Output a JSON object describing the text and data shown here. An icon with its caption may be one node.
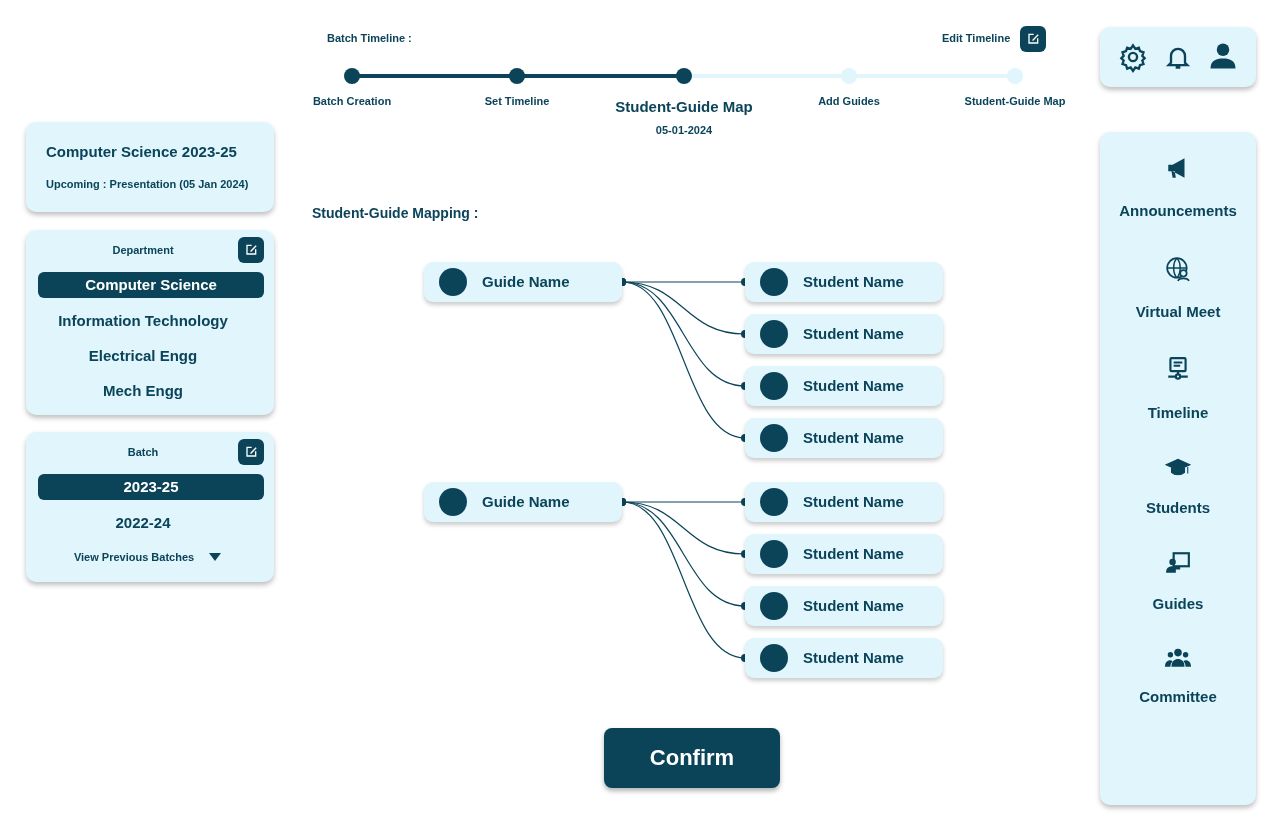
{
  "diagram": {
    "nodes": [
      {
        "text": [
          "Guide Name"
        ]
      },
      {
        "text": [
          "Student Name"
        ]
      },
      {
        "text": [
          "Student Name"
        ]
      },
      {
        "text": [
          "Student Name"
        ]
      },
      {
        "text": [
          "Student Name"
        ]
      },
      {
        "text": [
          "Guide Name"
        ]
      },
      {
        "text": [
          "Student Name"
        ]
      },
      {
        "text": [
          "Student Name"
        ]
      },
      {
        "text": [
          "Student Name"
        ]
      },
      {
        "text": [
          "Student Name"
        ]
      }
    ],
    "edges": [
      {
        "from": 0,
        "to": 1,
        "arrow": "other"
      },
      {
        "from": 0,
        "to": 2,
        "arrow": "other"
      },
      {
        "from": 0,
        "to": 3,
        "arrow": "other"
      },
      {
        "from": 0,
        "to": 4,
        "arrow": "other"
      },
      {
        "from": 5,
        "to": 6,
        "arrow": "other"
      },
      {
        "from": 5,
        "to": 7,
        "arrow": "other"
      },
      {
        "from": 5,
        "to": 8,
        "arrow": "other"
      },
      {
        "from": 5,
        "to": 9,
        "arrow": "other"
      }
    ],
    "labels": [
      "Batch Timeline :",
      "Edit Timeline",
      "Batch Creation",
      "Set Timeline",
      "Student-Guide Map",
      "05-01-2024",
      "Add Guides",
      "Student-Guide Map",
      "Computer Science 2023-25",
      "Upcoming : Presentation (05 Jan 2024)",
      "Department",
      "Computer Science",
      "Information Technology",
      "Electrical Engg",
      "Mech Engg",
      "Batch",
      "2023-25",
      "2022-24",
      "View Previous Batches",
      "Student-Guide Mapping :",
      "Announcements",
      "Virtual Meet",
      "Timeline",
      "Students",
      "Guides",
      "Committee",
      "Confirm"
    ]
  }
}
